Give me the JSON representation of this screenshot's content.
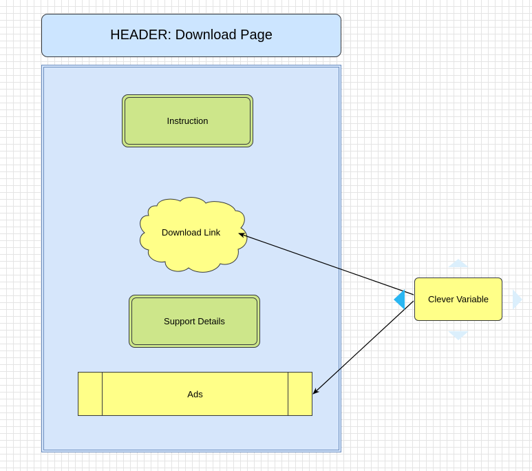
{
  "diagram": {
    "header": {
      "label": "HEADER: Download Page"
    },
    "instruction": {
      "label": "Instruction"
    },
    "download_link": {
      "label": "Download Link"
    },
    "support_details": {
      "label": "Support Details"
    },
    "ads": {
      "label": "Ads"
    },
    "clever_variable": {
      "label": "Clever Variable"
    }
  },
  "edges": [
    {
      "from": "Clever Variable",
      "to": "Download Link"
    },
    {
      "from": "Clever Variable",
      "to": "Ads"
    }
  ],
  "colors": {
    "header_fill": "#cce5ff",
    "container_fill": "#d6e6fb",
    "container_stroke": "#6c8ebf",
    "green_fill": "#cde68a",
    "yellow_fill": "#ffff88",
    "stroke": "#36393d",
    "hover_arrow": "#29b6f2"
  },
  "icons": {
    "hover_handles": "triangle-arrow-icon"
  }
}
